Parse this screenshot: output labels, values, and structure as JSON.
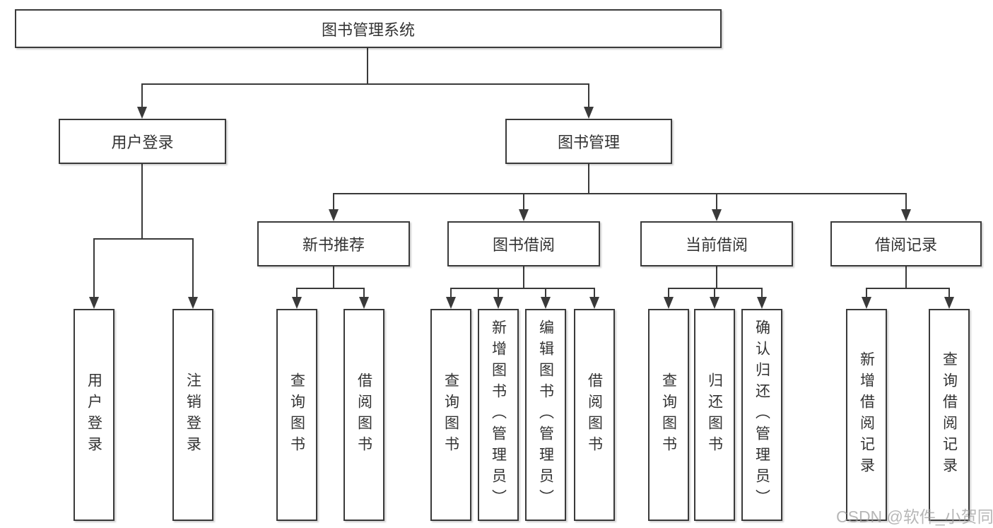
{
  "diagram": {
    "title": "图书管理系统",
    "root": {
      "label": "图书管理系统"
    },
    "level2": {
      "user_login": {
        "label": "用户登录"
      },
      "book_mgmt": {
        "label": "图书管理"
      }
    },
    "level3": {
      "new_book_rec": {
        "label": "新书推荐"
      },
      "book_borrow": {
        "label": "图书借阅"
      },
      "current_borrow": {
        "label": "当前借阅"
      },
      "borrow_record": {
        "label": "借阅记录"
      }
    },
    "leaves": {
      "user_login": [
        "用户登录",
        "注销登录"
      ],
      "new_book_rec": [
        "查询图书",
        "借阅图书"
      ],
      "book_borrow": [
        "查询图书",
        "新增图书（管理员）",
        "编辑图书（管理员）",
        "借阅图书"
      ],
      "current_borrow": [
        "查询图书",
        "归还图书",
        "确认归还（管理员）"
      ],
      "borrow_record": [
        "新增借阅记录",
        "查询借阅记录"
      ]
    }
  },
  "watermark": "CSDN @软件_小贺同学",
  "colors": {
    "line": "#3a3a3a",
    "text": "#333333",
    "background": "#ffffff",
    "watermark": "#9c9c9c"
  }
}
